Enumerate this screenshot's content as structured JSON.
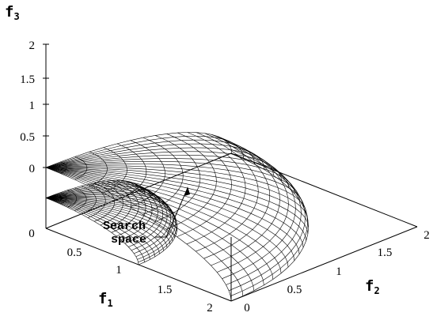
{
  "figure": {
    "axes": {
      "f1": {
        "name": "f",
        "sub": "1",
        "ticks": [
          "0",
          "0.5",
          "1",
          "1.5",
          "2"
        ]
      },
      "f2": {
        "name": "f",
        "sub": "2",
        "ticks": [
          "0",
          "0.5",
          "1",
          "1.5",
          "2"
        ]
      },
      "f3": {
        "name": "f",
        "sub": "3",
        "ticks": [
          "0",
          "0.5",
          "1",
          "1.5",
          "2"
        ]
      }
    },
    "annotation": {
      "line1": "Search",
      "line2": "space"
    },
    "surfaces": [
      {
        "radius": 1
      },
      {
        "radius": 2
      }
    ]
  }
}
